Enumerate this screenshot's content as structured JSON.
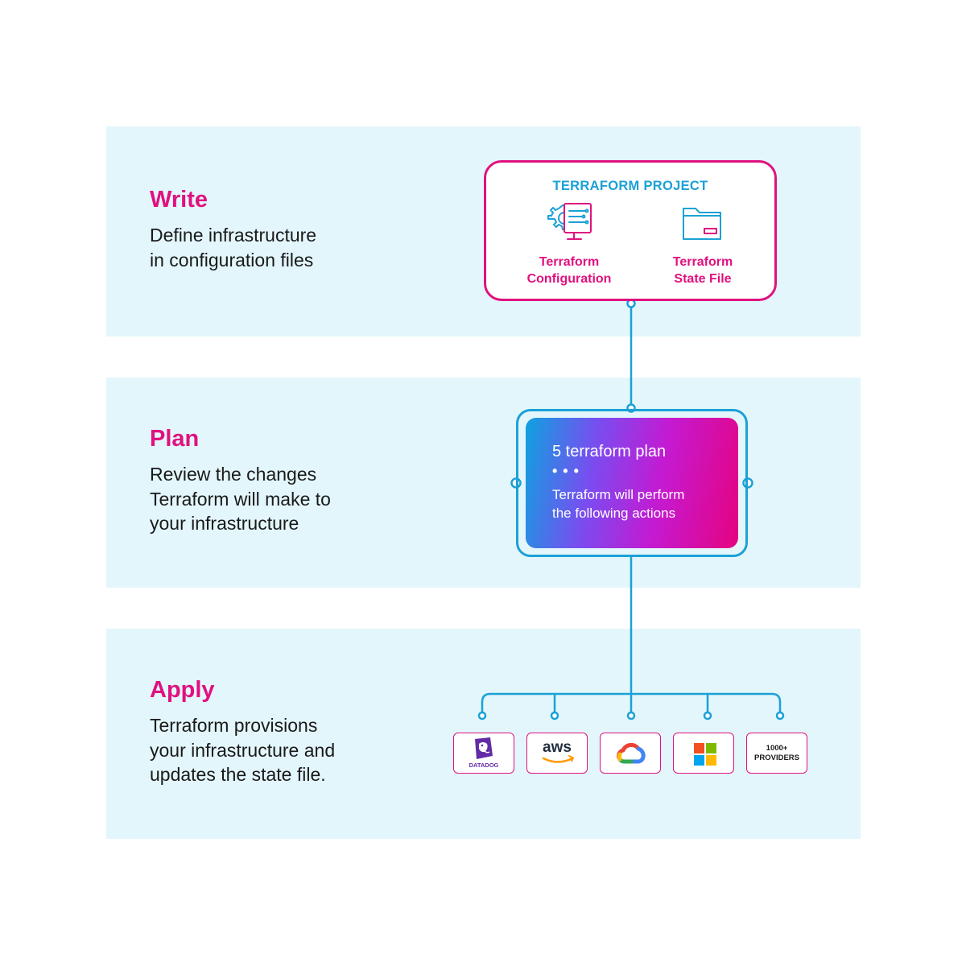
{
  "steps": {
    "write": {
      "title": "Write",
      "desc": [
        "Define infrastructure",
        "in configuration files"
      ]
    },
    "plan": {
      "title": "Plan",
      "desc": [
        "Review the changes",
        "Terraform will make to",
        "your infrastructure"
      ]
    },
    "apply": {
      "title": "Apply",
      "desc": [
        "Terraform provisions",
        "your infrastructure and",
        "updates the state file."
      ]
    }
  },
  "project": {
    "title": "TERRAFORM PROJECT",
    "config_label": [
      "Terraform",
      "Configuration"
    ],
    "state_label": [
      "Terraform",
      "State File"
    ],
    "config_icon": "gear-monitor-icon",
    "state_icon": "folder-icon"
  },
  "plan_card": {
    "command": "5 terraform plan",
    "dots": "• • •",
    "message": [
      "Terraform will perform",
      "the following actions"
    ]
  },
  "providers": [
    {
      "name": "Datadog",
      "label": "DATADOG",
      "icon": "datadog-logo"
    },
    {
      "name": "AWS",
      "label": "aws",
      "icon": "aws-logo"
    },
    {
      "name": "Google Cloud",
      "icon": "gcp-logo"
    },
    {
      "name": "Microsoft",
      "icon": "microsoft-logo"
    },
    {
      "name": "More providers",
      "label": [
        "1000+",
        "PROVIDERS"
      ]
    }
  ],
  "colors": {
    "accent_pink": "#e0117f",
    "accent_blue": "#1ba1d6",
    "band_bg": "#e3f6fc",
    "text_dark": "#1a1a1a"
  }
}
